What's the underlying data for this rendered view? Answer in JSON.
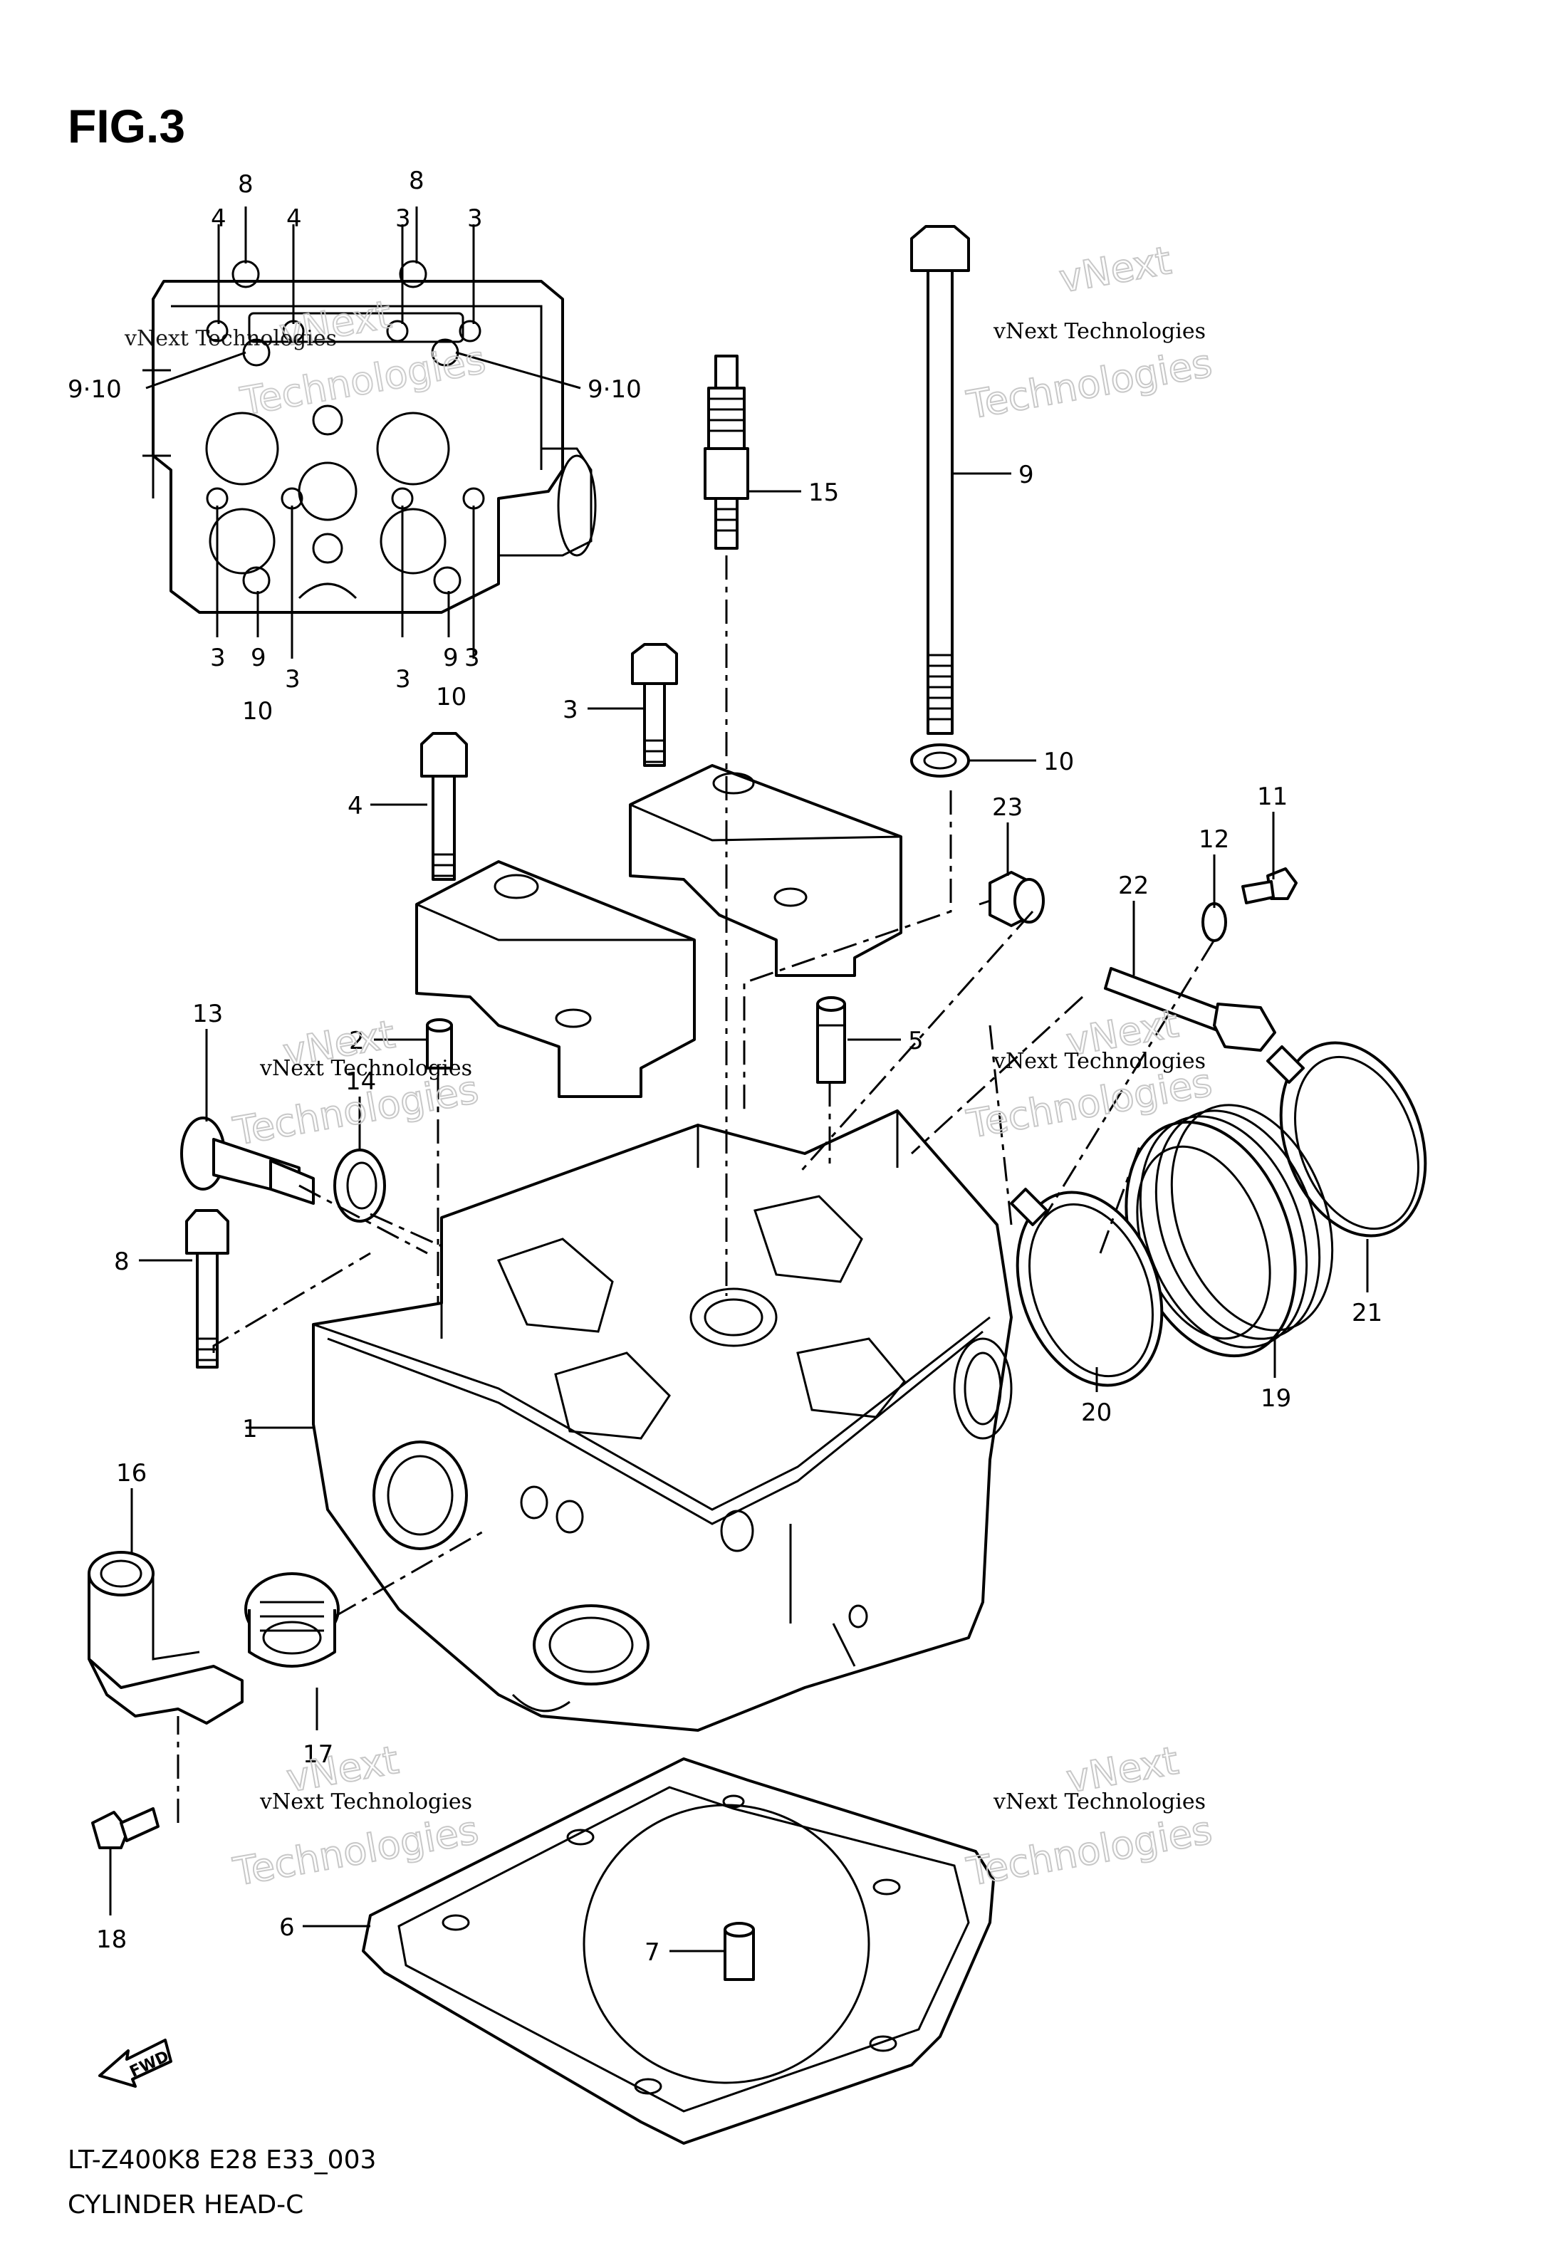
{
  "figure": {
    "title": "FIG.3",
    "code": "LT-Z400K8 E28 E33_003",
    "name": "CYLINDER HEAD-C"
  },
  "watermark": {
    "line1": "vNext Technologies",
    "line2": "Technologies",
    "top": "vNext"
  },
  "fwd_arrow": {
    "text": "FWD"
  },
  "callouts": {
    "inset_top": [
      "4",
      "8",
      "4",
      "3",
      "8",
      "3"
    ],
    "inset_side": [
      "9·10",
      "9·10"
    ],
    "inset_bottom": [
      "3",
      "9",
      "3",
      "3",
      "9",
      "3",
      "10",
      "10"
    ],
    "main": {
      "p1": "1",
      "p2": "2",
      "p3": "3",
      "p4": "4",
      "p5": "5",
      "p6": "6",
      "p7": "7",
      "p8": "8",
      "p9": "9",
      "p10": "10",
      "p11": "11",
      "p12": "12",
      "p13": "13",
      "p14": "14",
      "p15": "15",
      "p16": "16",
      "p17": "17",
      "p18": "18",
      "p19": "19",
      "p20": "20",
      "p21": "21",
      "p22": "22",
      "p23": "23"
    }
  }
}
